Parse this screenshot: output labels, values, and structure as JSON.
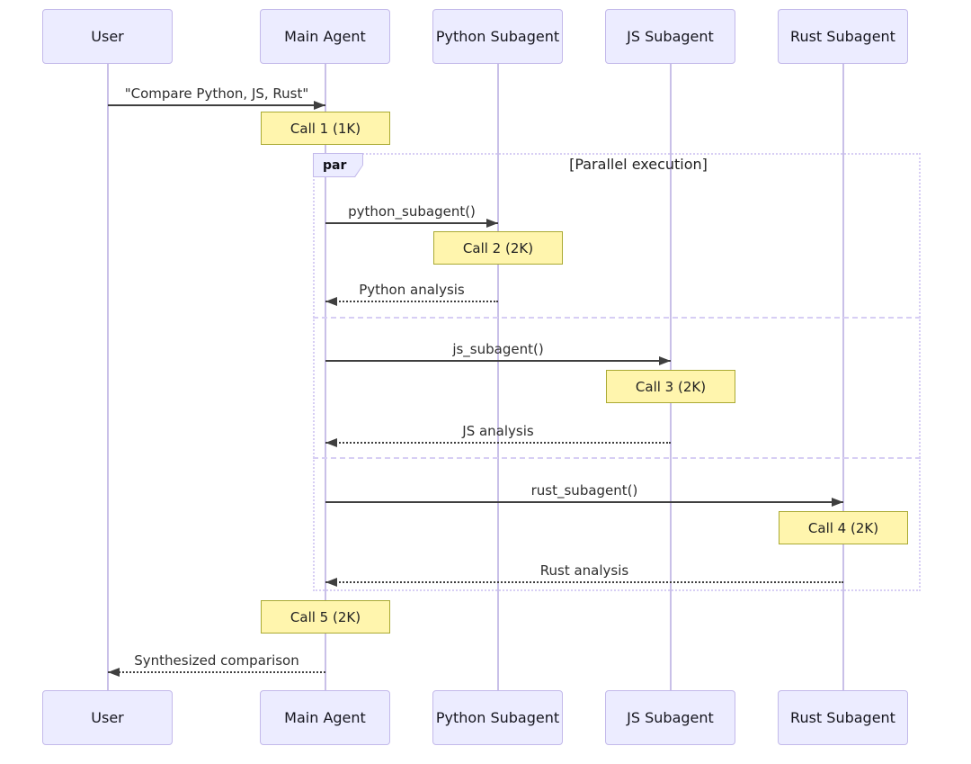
{
  "diagram": {
    "type": "sequence-diagram",
    "participants": [
      {
        "name": "User"
      },
      {
        "name": "Main Agent"
      },
      {
        "name": "Python Subagent"
      },
      {
        "name": "JS Subagent"
      },
      {
        "name": "Rust Subagent"
      }
    ],
    "messages": [
      {
        "from": "User",
        "to": "Main Agent",
        "label": "\"Compare Python, JS, Rust\"",
        "style": "solid"
      },
      {
        "from": "Main Agent",
        "to": "Python Subagent",
        "label": "python_subagent()",
        "style": "solid"
      },
      {
        "from": "Python Subagent",
        "to": "Main Agent",
        "label": "Python analysis",
        "style": "dashed"
      },
      {
        "from": "Main Agent",
        "to": "JS Subagent",
        "label": "js_subagent()",
        "style": "solid"
      },
      {
        "from": "JS Subagent",
        "to": "Main Agent",
        "label": "JS analysis",
        "style": "dashed"
      },
      {
        "from": "Main Agent",
        "to": "Rust Subagent",
        "label": "rust_subagent()",
        "style": "solid"
      },
      {
        "from": "Rust Subagent",
        "to": "Main Agent",
        "label": "Rust analysis",
        "style": "dashed"
      },
      {
        "from": "Main Agent",
        "to": "User",
        "label": "Synthesized comparison",
        "style": "dashed"
      }
    ],
    "notes": [
      {
        "label": "Call 1 (1K)",
        "over": "Main Agent"
      },
      {
        "label": "Call 2 (2K)",
        "over": "Python Subagent"
      },
      {
        "label": "Call 3 (2K)",
        "over": "JS Subagent"
      },
      {
        "label": "Call 4 (2K)",
        "over": "Rust Subagent"
      },
      {
        "label": "Call 5 (2K)",
        "over": "Main Agent"
      }
    ],
    "par_block": {
      "keyword": "par",
      "condition": "[Parallel execution]"
    },
    "colors": {
      "bg": "#FFFFFF",
      "actor-fill": "#ECECFF",
      "actor-border": "#C3B9EA",
      "lifeline": "#C9C0E8",
      "note-fill": "#FFF5AD",
      "note-border": "#AAAA33",
      "frame-border": "#D7CEF4",
      "line": "#3F3F3F"
    }
  }
}
